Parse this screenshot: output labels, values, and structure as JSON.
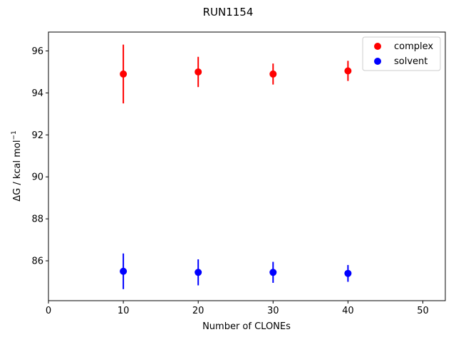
{
  "chart_data": {
    "type": "scatter",
    "title": "RUN1154",
    "xlabel": "Number of CLONEs",
    "ylabel": "ΔG / kcal mol",
    "ylabel_superscript": "−1",
    "xlim": [
      0,
      53
    ],
    "ylim": [
      84.1,
      96.9
    ],
    "xticks": [
      "0",
      "10",
      "20",
      "30",
      "40",
      "50"
    ],
    "yticks": [
      "86",
      "88",
      "90",
      "92",
      "94",
      "96"
    ],
    "legend_position": "top-right",
    "series": [
      {
        "name": "complex",
        "color": "#ff0000",
        "x": [
          10,
          20,
          30,
          40
        ],
        "y": [
          94.9,
          95.0,
          94.9,
          95.05
        ],
        "yerr": [
          1.4,
          0.72,
          0.5,
          0.48
        ]
      },
      {
        "name": "solvent",
        "color": "#0000ff",
        "x": [
          10,
          20,
          30,
          40
        ],
        "y": [
          85.5,
          85.45,
          85.45,
          85.4
        ],
        "yerr": [
          0.85,
          0.62,
          0.5,
          0.4
        ]
      }
    ]
  }
}
